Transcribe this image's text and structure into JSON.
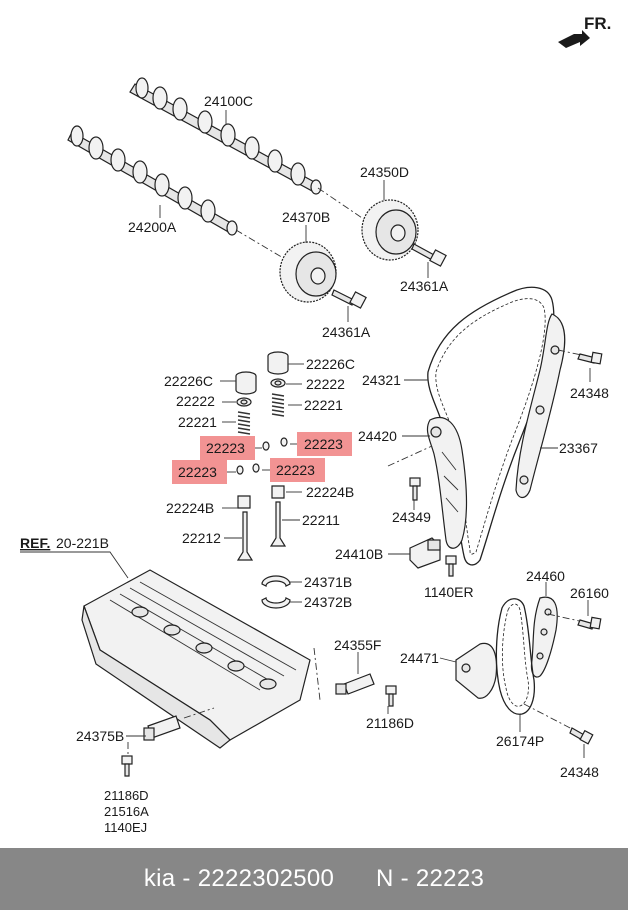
{
  "orientation": "FR.",
  "reference": {
    "prefix": "REF.",
    "code": "20-221B"
  },
  "labels": {
    "camshaft_intake": "24100C",
    "camshaft_exhaust": "24200A",
    "cvvt_exhaust": "24350D",
    "cvvt_intake": "24370B",
    "bolt_upper": "24361A",
    "bolt_lower": "24361A",
    "timing_chain": "24321",
    "bolt_tensioner_arm": "24348",
    "chain_guide": "23367",
    "tensioner_arm": "24420",
    "bolt_24349": "24349",
    "tensioner": "24410B",
    "bolt_1140er": "1140ER",
    "oil_chain_guide": "24460",
    "bolt_26160": "26160",
    "oil_tensioner": "24471",
    "oil_chain": "26174P",
    "bolt_bottom": "24348",
    "lifter_left": "22226C",
    "lifter_right": "22226C",
    "retainer_left": "22222",
    "retainer_right": "22222",
    "spring_left": "22221",
    "spring_right": "22221",
    "key_1": "22223",
    "key_2": "22223",
    "key_3": "22223",
    "key_4": "22223",
    "seal_left": "22224B",
    "seal_right": "22224B",
    "valve_left": "22212",
    "valve_right": "22211",
    "bearing_upper": "24371B",
    "bearing_lower": "24372B",
    "ocv": "24355F",
    "bolt_21186d_right": "21186D",
    "sensor": "24375B",
    "bolt_stack": [
      "21186D",
      "21516A",
      "1140EJ"
    ]
  },
  "footer": {
    "brand": "kia",
    "part_number": "2222302500",
    "n_prefix": "N",
    "n_value": "22223"
  }
}
